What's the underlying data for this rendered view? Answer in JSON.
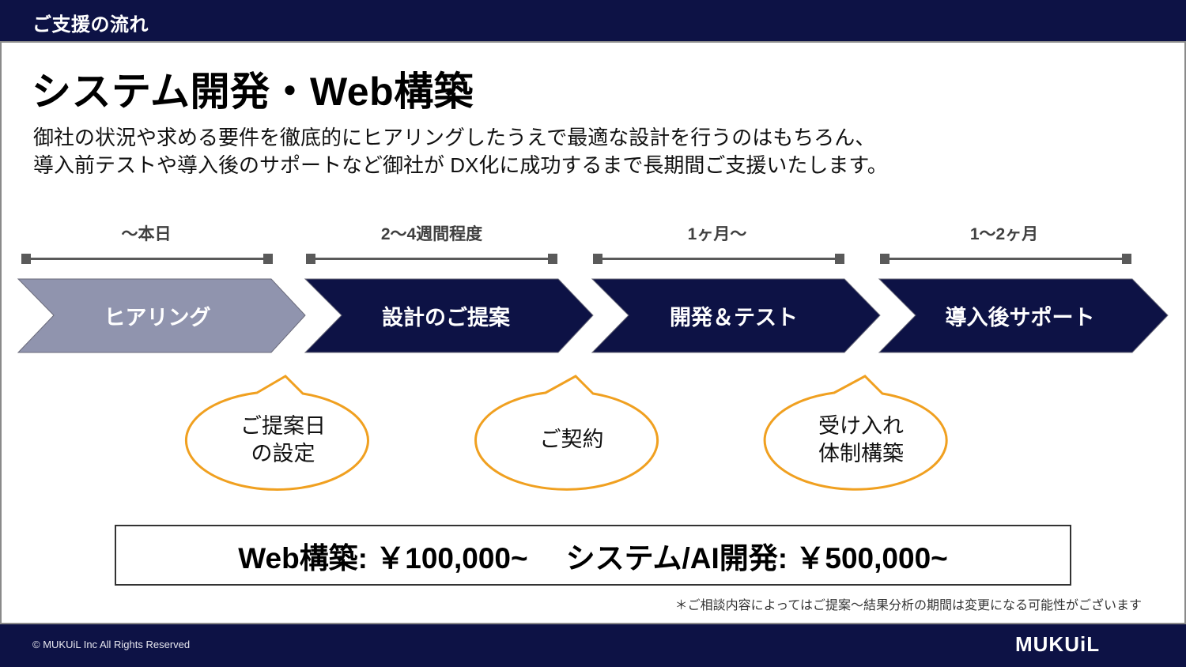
{
  "header": {
    "section_title": "ご支援の流れ"
  },
  "main": {
    "title": "システム開発・Web構築",
    "intro_lines": [
      "御社の状況や求める要件を徹底的にヒアリングしたうえで最適な設計を行うのはもちろん、",
      "導入前テストや導入後のサポートなど御社が DX化に成功するまで長期間ご支援いたします。"
    ],
    "steps": [
      {
        "duration": "〜本日",
        "label": "ヒアリング",
        "color": "#9094ae",
        "active": false
      },
      {
        "duration": "2〜4週間程度",
        "label": "設計のご提案",
        "color": "#0d1245",
        "active": true
      },
      {
        "duration": "1ヶ月〜",
        "label": "開発＆テスト",
        "color": "#0d1245",
        "active": true
      },
      {
        "duration": "1〜2ヶ月",
        "label": "導入後サポート",
        "color": "#0d1245",
        "active": true
      }
    ],
    "milestones": [
      {
        "lines": [
          "ご提案日",
          "の設定"
        ]
      },
      {
        "lines": [
          "ご契約"
        ]
      },
      {
        "lines": [
          "受け入れ",
          "体制構築"
        ]
      }
    ],
    "pricing": [
      "Web構築: ￥100,000~",
      "システム/AI開発: ￥500,000~"
    ],
    "note": "＊ご相談内容によってはご提案〜結果分析の期間は変更になる可能性がございます"
  },
  "colors": {
    "navy": "#0d1245",
    "inactive_step": "#9094ae",
    "bubble_outline": "#f0a020",
    "timeline": "#5a5a5a"
  },
  "footer": {
    "copyright": "© MUKUiL Inc All Rights Reserved",
    "logo": "MUKUiL"
  }
}
